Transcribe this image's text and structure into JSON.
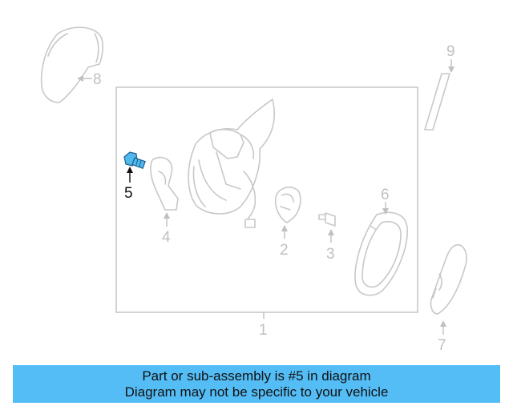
{
  "diagram": {
    "callouts": {
      "c1": "1",
      "c2": "2",
      "c3": "3",
      "c4": "4",
      "c5": "5",
      "c6": "6",
      "c7": "7",
      "c8": "8",
      "c9": "9"
    },
    "highlighted_part": "5",
    "highlight_color": "#4fb8ef",
    "line_color": "#c8c8c8"
  },
  "banner": {
    "line1": "Part or sub-assembly is #5 in diagram",
    "line2": "Diagram may not be specific to your vehicle",
    "background": "#54bdf5"
  }
}
